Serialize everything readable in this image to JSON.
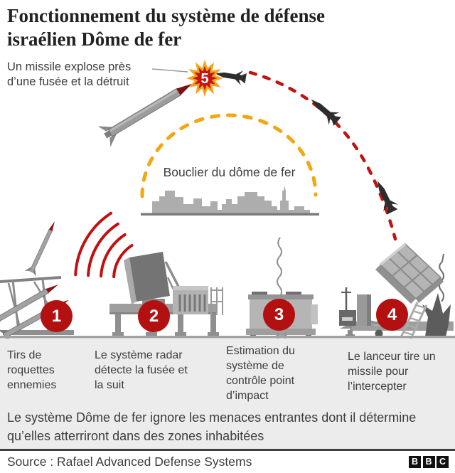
{
  "title": "Fonctionnement du système de défense\nisraélien Dôme de fer",
  "annotation": {
    "text": "Un missile explose près\nd’une fusée et la détruit",
    "step": "5"
  },
  "dome_label": "Bouclier du dôme de fer",
  "steps": [
    {
      "num": "1",
      "caption": "Tirs de roquettes ennemies"
    },
    {
      "num": "2",
      "caption": "Le système radar détecte la fusée et la suit"
    },
    {
      "num": "3",
      "caption": "Estimation du système de contrôle point d’impact"
    },
    {
      "num": "4",
      "caption": "Le lanceur tire un missile pour l’intercepter"
    }
  ],
  "note": "Le système Dôme de fer ignore les menaces entrantes dont il détermine qu’elles atterriront dans des zones inhabitées",
  "source": "Source : Rafael Advanced Defense Systems",
  "logo": {
    "l1": "B",
    "l2": "B",
    "l3": "C"
  },
  "colors": {
    "step_circle_red": "#b31111",
    "trajectory_red": "#c11212",
    "radar_wave_red": "#c40f0f",
    "explosion_outer_orange": "#f4a41d",
    "explosion_inner_red": "#c41414",
    "dome_orange": "#f2a711",
    "missile_nose_red": "#7e1212",
    "equipment_gray": "#9e9e9e",
    "city_gray": "#adadad",
    "band_gray": "#ececec",
    "text_dark": "#3d3d3d"
  }
}
